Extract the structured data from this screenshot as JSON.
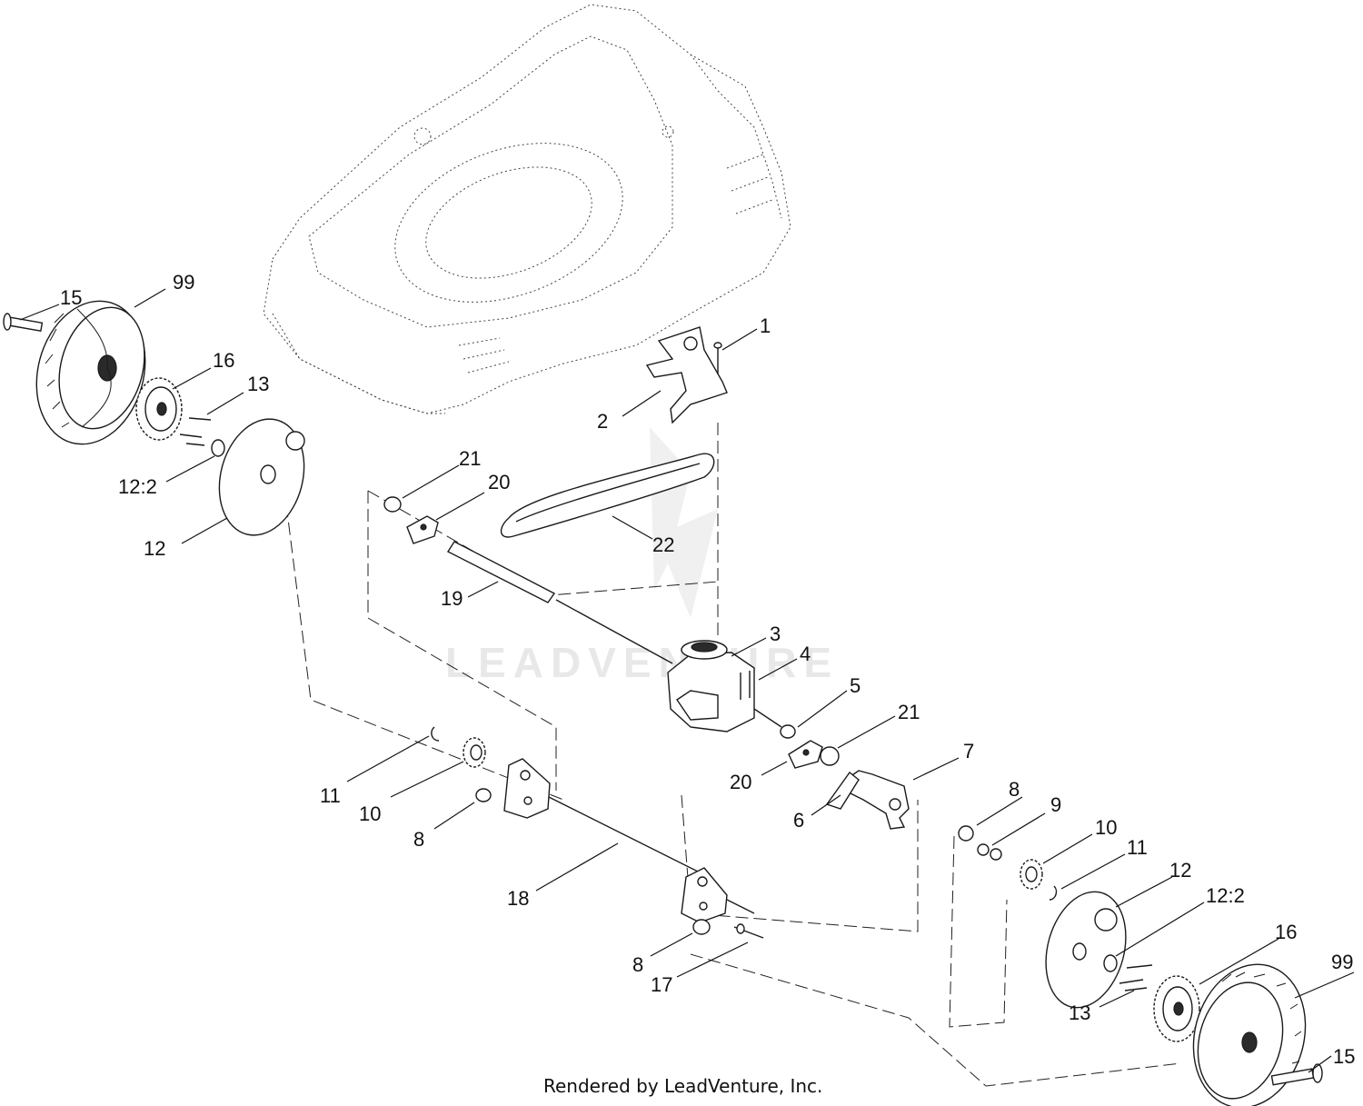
{
  "footer": {
    "text": "Rendered by LeadVenture, Inc."
  },
  "watermark": {
    "text": "LEADVENTURE"
  },
  "callouts": {
    "c1": "1",
    "c2": "2",
    "c3": "3",
    "c4": "4",
    "c5": "5",
    "c6": "6",
    "c7": "7",
    "c8a": "8",
    "c8b": "8",
    "c8c": "8",
    "c9": "9",
    "c10a": "10",
    "c10b": "10",
    "c11a": "11",
    "c11b": "11",
    "c12a": "12",
    "c12b": "12",
    "c122a": "12:2",
    "c122b": "12:2",
    "c13a": "13",
    "c13b": "13",
    "c15a": "15",
    "c15b": "15",
    "c16a": "16",
    "c16b": "16",
    "c17": "17",
    "c18": "18",
    "c19": "19",
    "c20a": "20",
    "c20b": "20",
    "c21a": "21",
    "c21b": "21",
    "c22": "22",
    "c99a": "99",
    "c99b": "99"
  }
}
